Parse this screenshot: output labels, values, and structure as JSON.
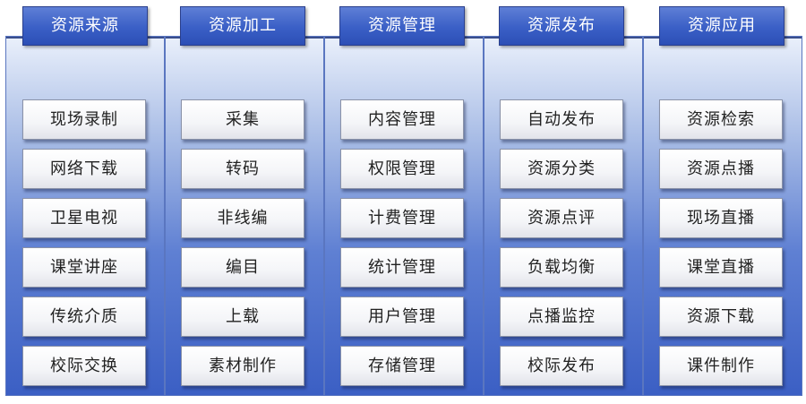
{
  "diagram": {
    "columns": [
      {
        "header": "资源来源",
        "items": [
          "现场录制",
          "网络下载",
          "卫星电视",
          "课堂讲座",
          "传统介质",
          "校际交换"
        ]
      },
      {
        "header": "资源加工",
        "items": [
          "采集",
          "转码",
          "非线编",
          "编目",
          "上载",
          "素材制作"
        ]
      },
      {
        "header": "资源管理",
        "items": [
          "内容管理",
          "权限管理",
          "计费管理",
          "统计管理",
          "用户管理",
          "存储管理"
        ]
      },
      {
        "header": "资源发布",
        "items": [
          "自动发布",
          "资源分类",
          "资源点评",
          "负载均衡",
          "点播监控",
          "校际发布"
        ]
      },
      {
        "header": "资源应用",
        "items": [
          "资源检索",
          "资源点播",
          "现场直播",
          "课堂直播",
          "资源下载",
          "课件制作"
        ]
      }
    ],
    "colors": {
      "header_fill": "#3a5fc6",
      "panel_top": "#eaf0fb",
      "panel_bottom": "#3b5fc4",
      "item_fill": "#f4f5f8",
      "item_text": "#222222",
      "header_text": "#ffffff"
    }
  }
}
